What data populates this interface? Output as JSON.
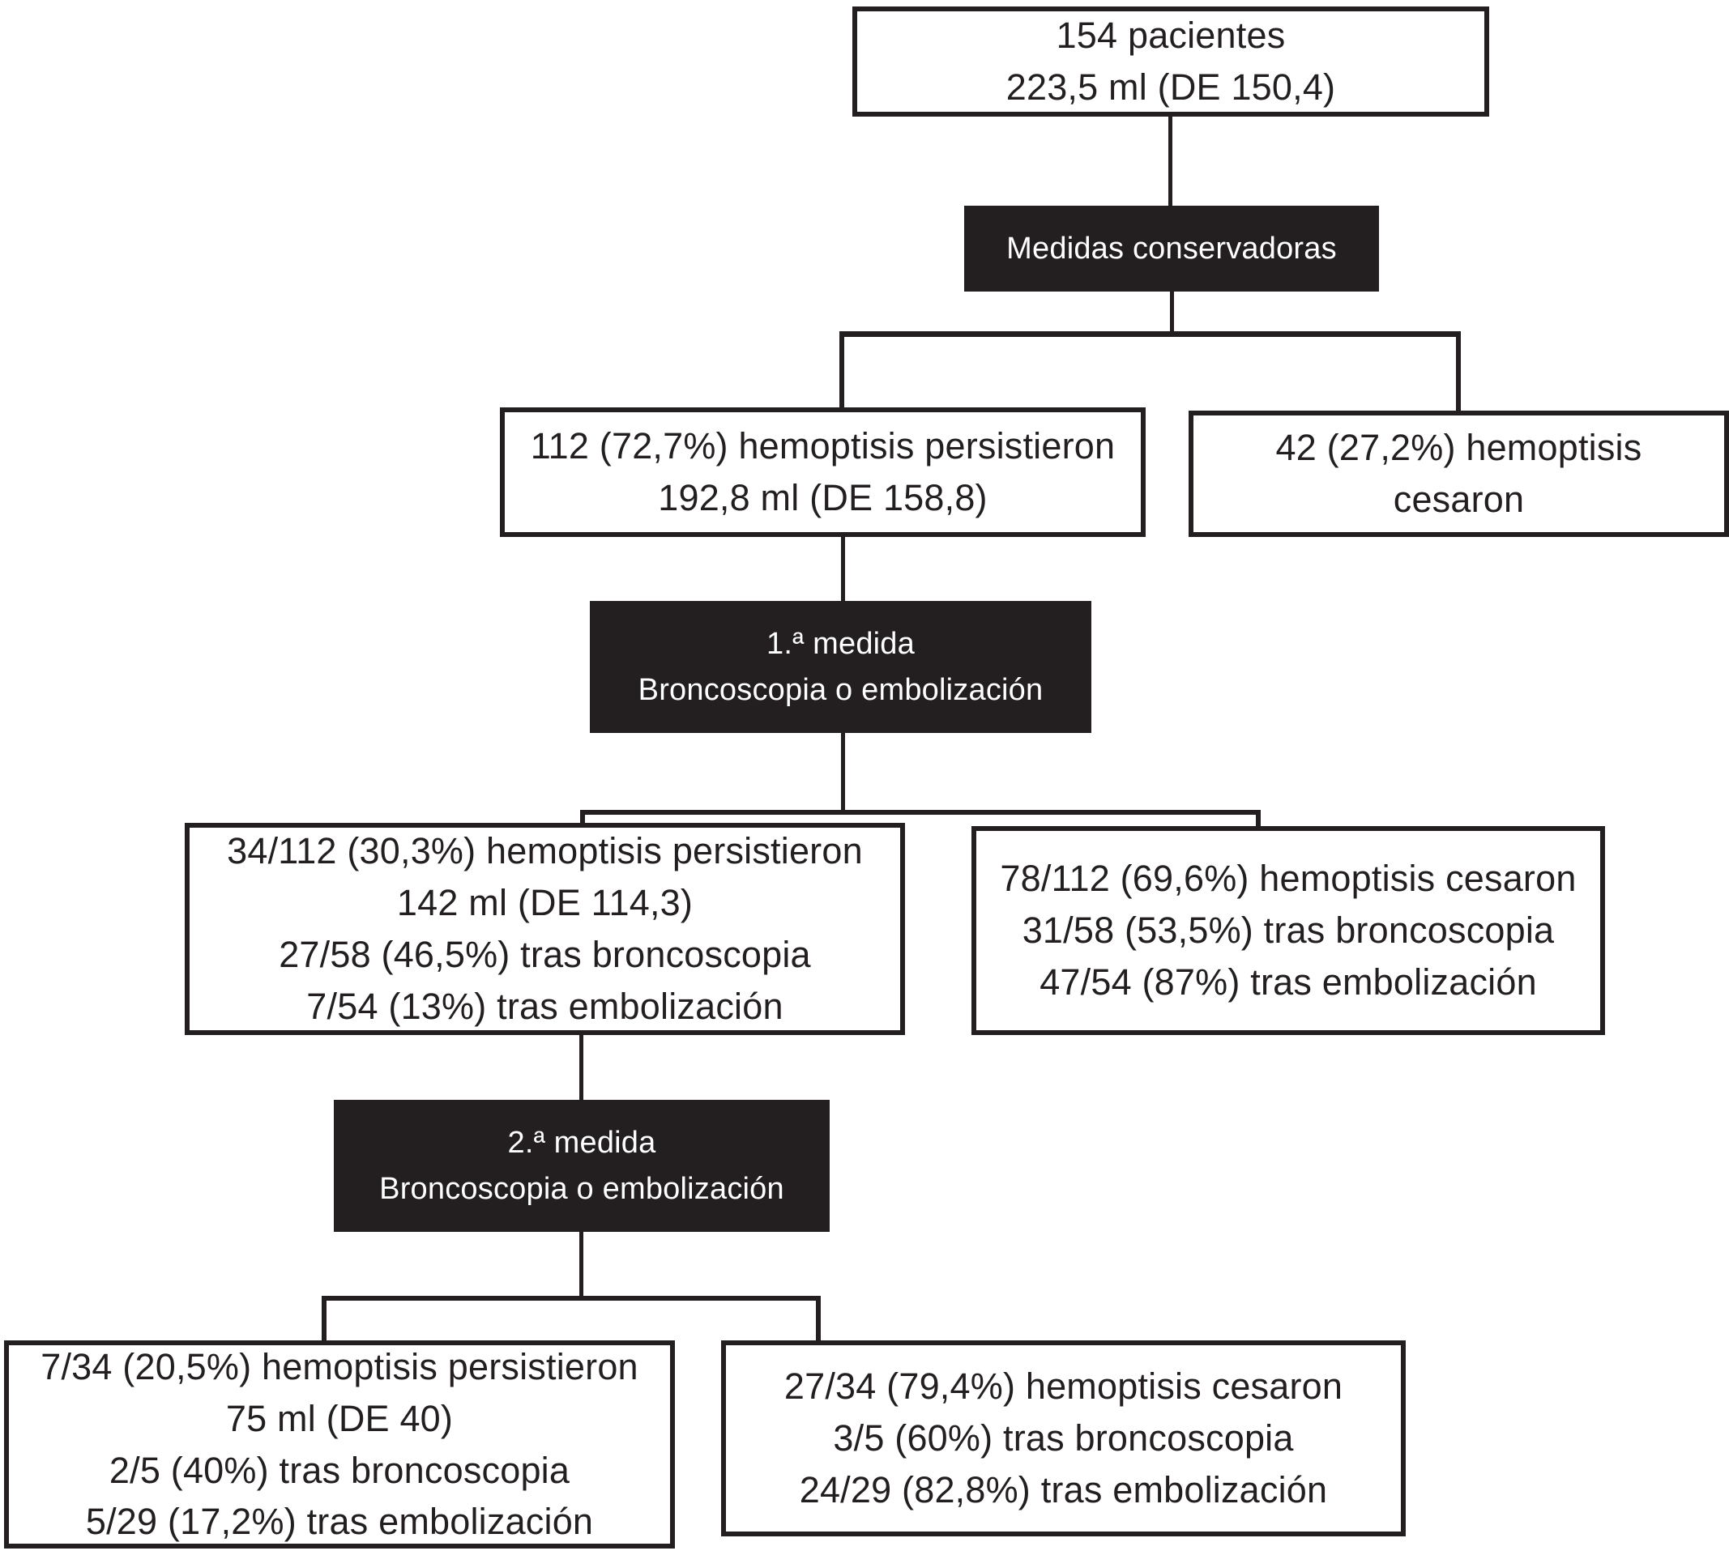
{
  "diagram": {
    "title_implicit": "Flujo de pacientes con hemoptisis",
    "colors": {
      "background": "#ffffff",
      "ink": "#231f20",
      "black_box_bg": "#231f20",
      "black_box_text": "#ffffff"
    },
    "nodes": {
      "root": {
        "type": "data-box",
        "lines": [
          "154 pacientes",
          "223,5 ml (DE 150,4)"
        ]
      },
      "conservative": {
        "type": "step-box",
        "lines": [
          "Medidas conservadoras"
        ]
      },
      "persist1": {
        "type": "data-box",
        "lines": [
          "112 (72,7%) hemoptisis persistieron",
          "192,8 ml (DE 158,8)"
        ]
      },
      "ceased1": {
        "type": "data-box",
        "lines": [
          "42 (27,2%) hemoptisis",
          "cesaron"
        ]
      },
      "measure1": {
        "type": "step-box",
        "lines": [
          "1.ª medida",
          "Broncoscopia o embolización"
        ]
      },
      "persist2": {
        "type": "data-box",
        "lines": [
          "34/112 (30,3%) hemoptisis persistieron",
          "142 ml (DE 114,3)",
          "27/58 (46,5%) tras broncoscopia",
          "7/54 (13%) tras embolización"
        ]
      },
      "ceased2": {
        "type": "data-box",
        "lines": [
          "78/112 (69,6%) hemoptisis cesaron",
          "31/58 (53,5%) tras broncoscopia",
          "47/54 (87%) tras embolización"
        ]
      },
      "measure2": {
        "type": "step-box",
        "lines": [
          "2.ª medida",
          "Broncoscopia o embolización"
        ]
      },
      "persist3": {
        "type": "data-box",
        "lines": [
          "7/34 (20,5%) hemoptisis persistieron",
          "75 ml (DE 40)",
          "2/5 (40%) tras broncoscopia",
          "5/29 (17,2%) tras embolización"
        ]
      },
      "ceased3": {
        "type": "data-box",
        "lines": [
          "27/34 (79,4%) hemoptisis cesaron",
          "3/5 (60%) tras broncoscopia",
          "24/29 (82,8%) tras embolización"
        ]
      }
    },
    "edges": [
      "root -> conservative",
      "conservative -> persist1",
      "conservative -> ceased1",
      "persist1 -> measure1",
      "measure1 -> persist2",
      "measure1 -> ceased2",
      "persist2 -> measure2",
      "measure2 -> persist3",
      "measure2 -> ceased3"
    ]
  }
}
